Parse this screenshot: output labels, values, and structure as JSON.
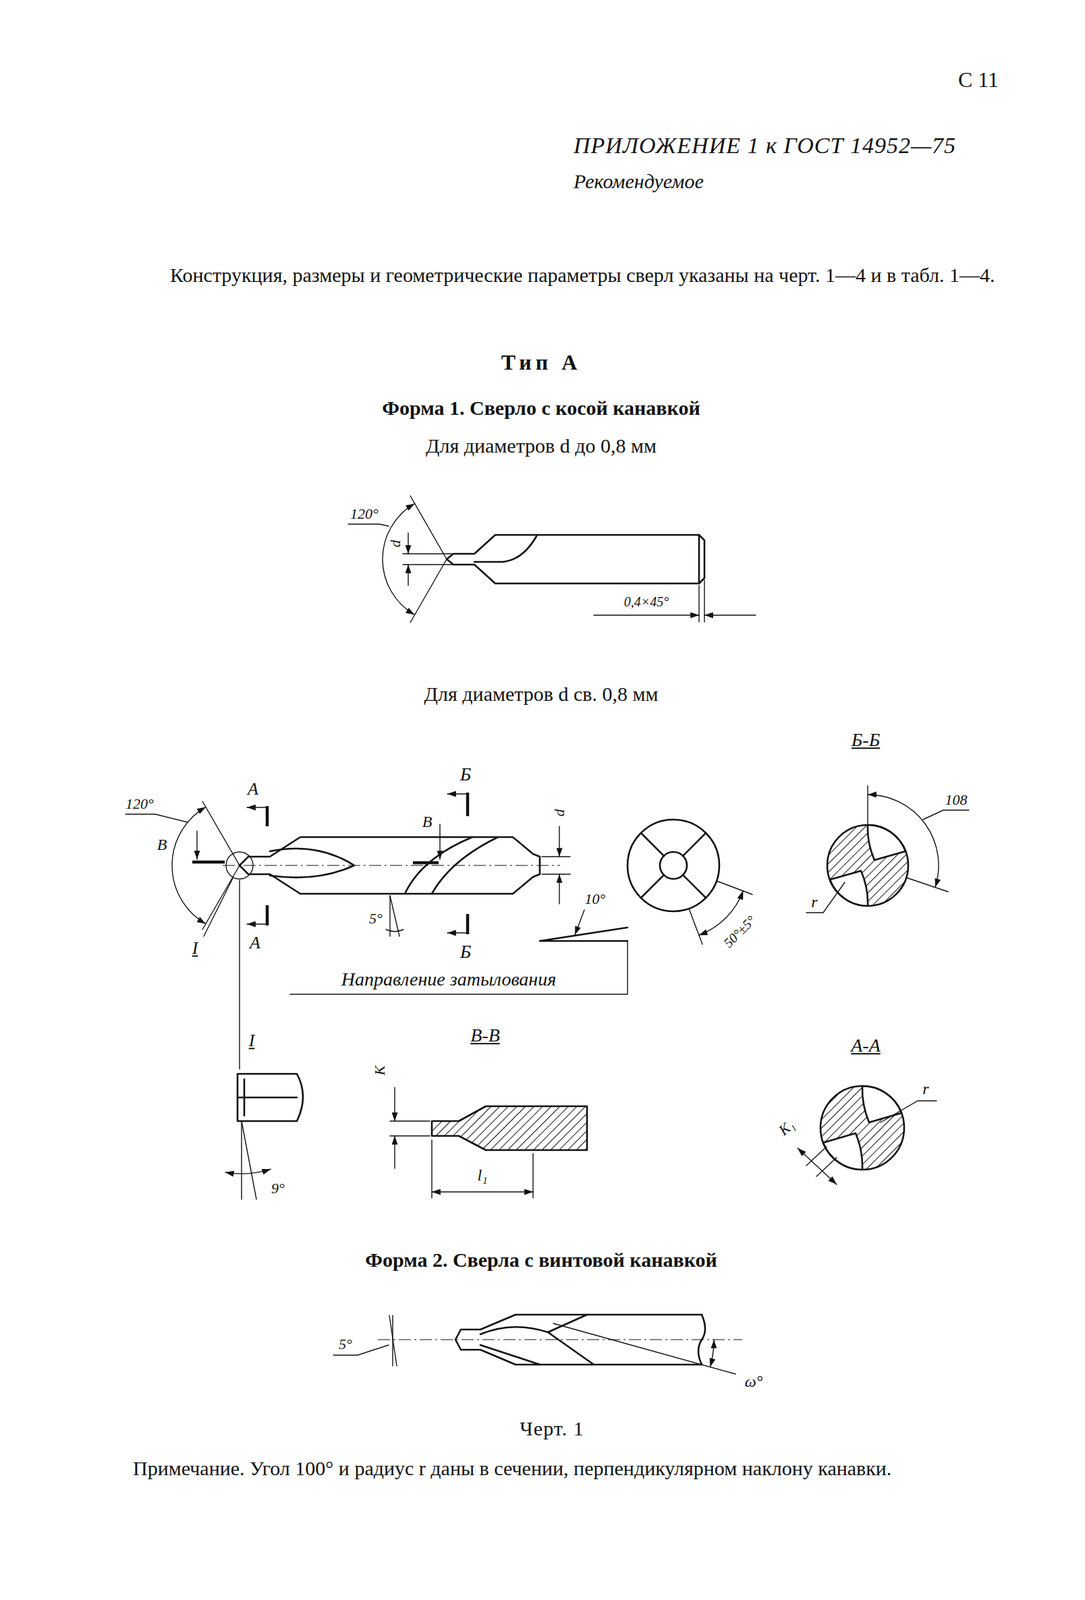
{
  "diagram": {
    "title": "ПРИЛОЖЕНИЕ 1 к ГОСТ 14952—75",
    "caption": "Черт. 1",
    "labels": [
      "С 11",
      "Рекомендуемое",
      "Конструкция, размеры и геометрические параметры сверл указаны на черт. 1—4 и в табл. 1—4.",
      "Тип А",
      "Форма 1. Сверло с косой канавкой",
      "Для диаметров d до 0,8 мм",
      "120°",
      "d",
      "0,4×45°",
      "Для диаметров d св. 0,8 мм",
      "Б-Б",
      "Б",
      "120°",
      "А",
      "В",
      "d",
      "108",
      "В",
      "10°",
      "r",
      "50°±5°",
      "5°",
      "I",
      "А",
      "Б",
      "Направление затылования",
      "I",
      "В-В",
      "А-А",
      "К",
      "r",
      "К₁",
      "l₁",
      "9°",
      "Форма 2. Сверла с винтовой канавкой",
      "5°",
      "ω°",
      "Примечание. Угол 100° и радиус r даны в сечении, перпендикулярном наклону канавки."
    ]
  }
}
